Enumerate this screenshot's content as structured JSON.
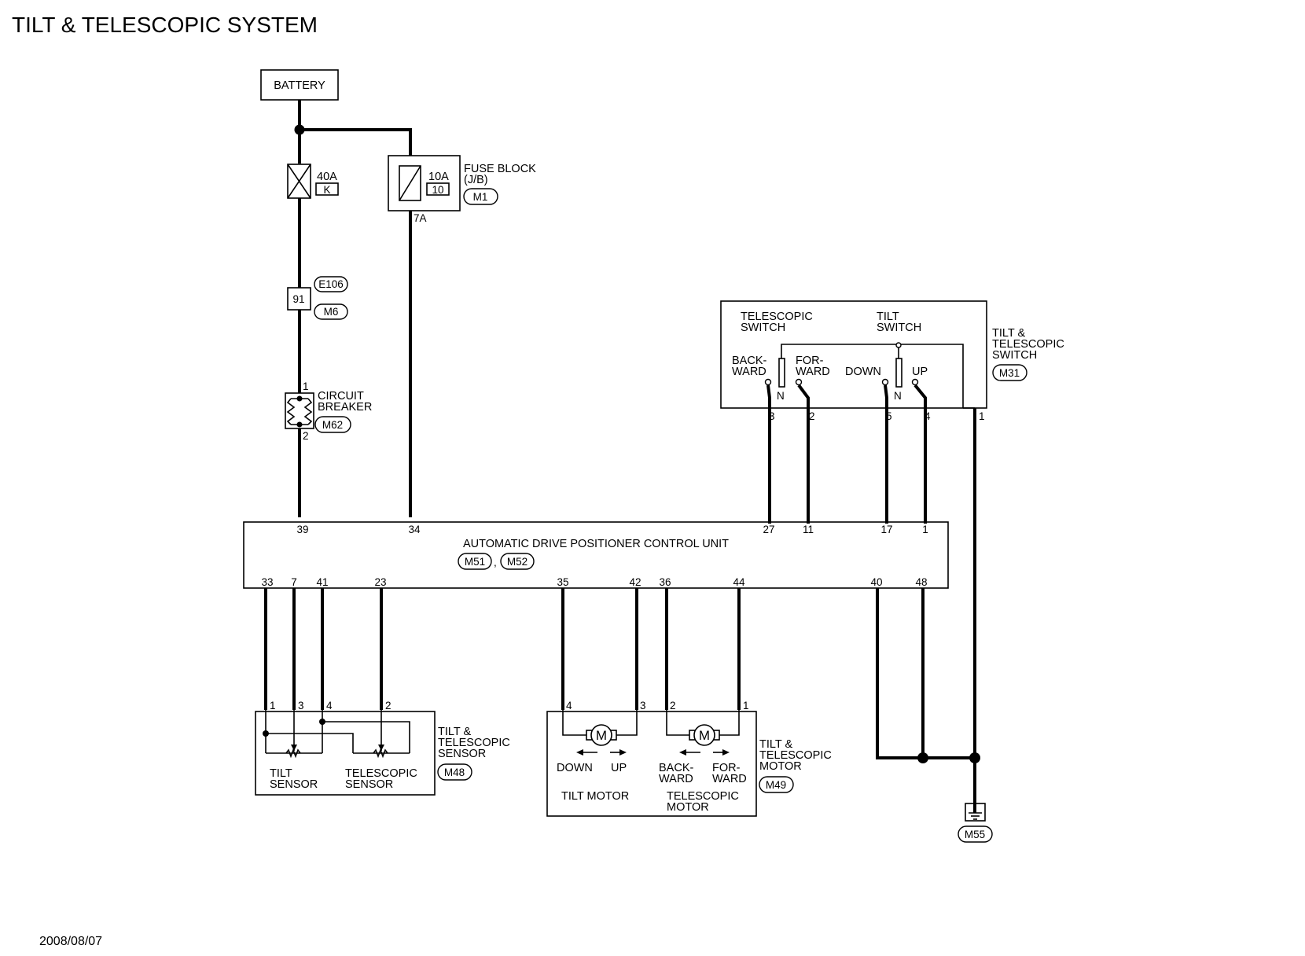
{
  "title": "TILT & TELESCOPIC SYSTEM",
  "date": "2008/08/07",
  "battery": {
    "label": "BATTERY"
  },
  "fusible_link": {
    "rating": "40A",
    "id": "K"
  },
  "fuse": {
    "rating": "10A",
    "number": "10",
    "block_label_1": "FUSE BLOCK",
    "block_label_2": "(J/B)",
    "connector": "M1",
    "terminal": "7A"
  },
  "joint_connector": {
    "terminal": "91",
    "connectors": [
      "E106",
      "M6"
    ]
  },
  "circuit_breaker": {
    "label_1": "CIRCUIT",
    "label_2": "BREAKER",
    "connector": "M62",
    "pin_top": "1",
    "pin_bottom": "2"
  },
  "control_unit": {
    "label": "AUTOMATIC DRIVE POSITIONER CONTROL UNIT",
    "connectors": [
      "M51",
      "M52"
    ],
    "separator": ",",
    "top_pins": [
      "39",
      "34",
      "27",
      "11",
      "17",
      "1"
    ],
    "bottom_pins": [
      "33",
      "7",
      "41",
      "23",
      "35",
      "42",
      "36",
      "44",
      "40",
      "48"
    ]
  },
  "switch": {
    "telescopic_label_1": "TELESCOPIC",
    "telescopic_label_2": "SWITCH",
    "tilt_label_1": "TILT",
    "tilt_label_2": "SWITCH",
    "backward_1": "BACK-",
    "backward_2": "WARD",
    "forward_1": "FOR-",
    "forward_2": "WARD",
    "down": "DOWN",
    "up": "UP",
    "neutral": "N",
    "name_1": "TILT &",
    "name_2": "TELESCOPIC",
    "name_3": "SWITCH",
    "connector": "M31",
    "pins": [
      "3",
      "2",
      "5",
      "4",
      "1"
    ]
  },
  "sensor": {
    "pins": [
      "1",
      "3",
      "4",
      "2"
    ],
    "tilt_1": "TILT",
    "tilt_2": "SENSOR",
    "tele_1": "TELESCOPIC",
    "tele_2": "SENSOR",
    "name_1": "TILT &",
    "name_2": "TELESCOPIC",
    "name_3": "SENSOR",
    "connector": "M48"
  },
  "motor": {
    "pins": [
      "4",
      "3",
      "2",
      "1"
    ],
    "symbol": "M",
    "down": "DOWN",
    "up": "UP",
    "backward_1": "BACK-",
    "backward_2": "WARD",
    "forward_1": "FOR-",
    "forward_2": "WARD",
    "tilt_motor": "TILT MOTOR",
    "tele_1": "TELESCOPIC",
    "tele_2": "MOTOR",
    "name_1": "TILT &",
    "name_2": "TELESCOPIC",
    "name_3": "MOTOR",
    "connector": "M49"
  },
  "ground": {
    "connector": "M55"
  }
}
